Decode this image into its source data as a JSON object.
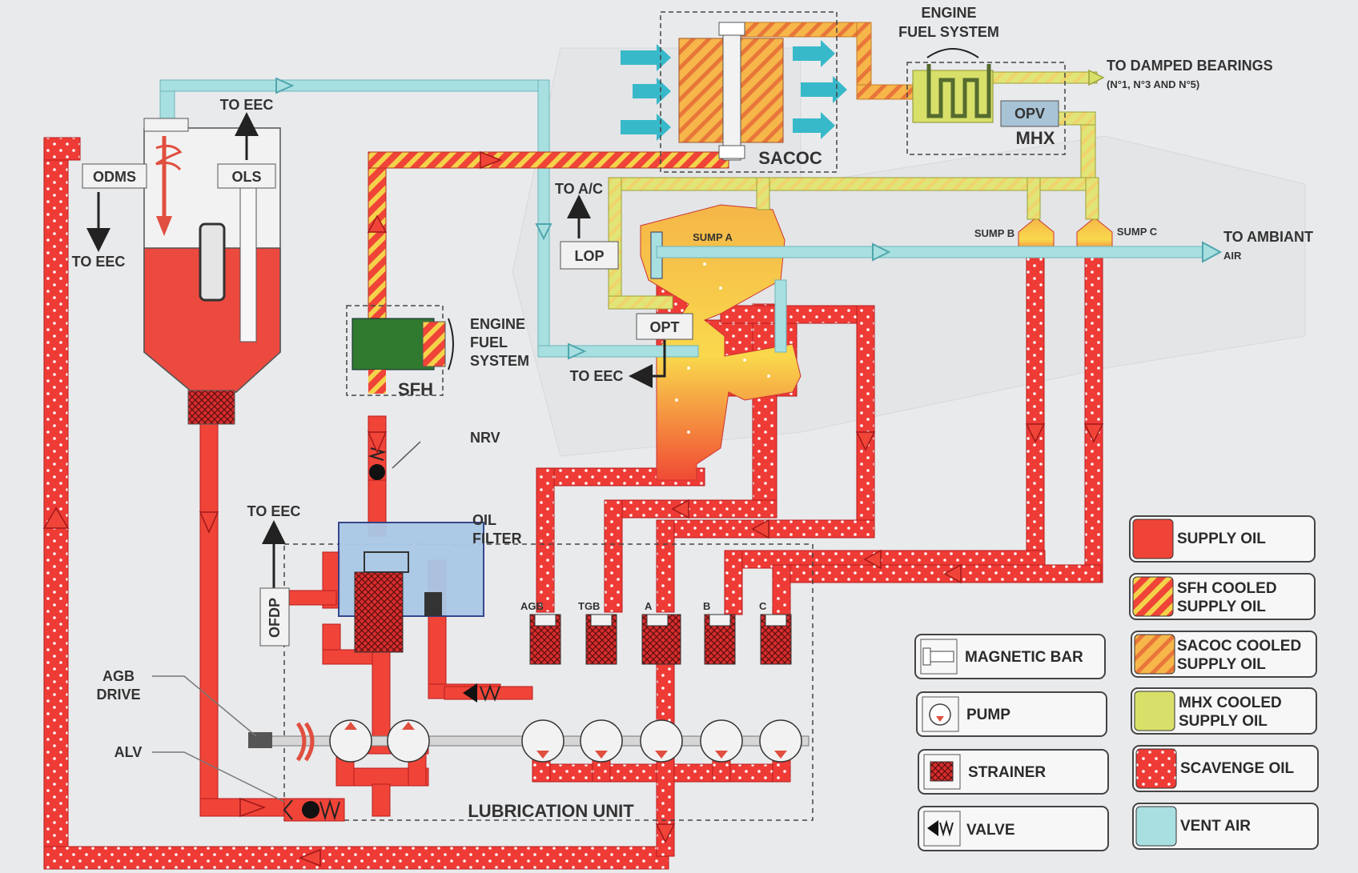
{
  "colors": {
    "supply": "#f04438",
    "scavenge": "#ef3b36",
    "mhx": "#d8e06a",
    "sacoc": "#f4b24a",
    "vent": "#a8dfe0",
    "sfh_green": "#2f7a2f"
  },
  "labels": {
    "engine_fuel_system_top": [
      "ENGINE",
      "FUEL SYSTEM"
    ],
    "to_damped_bearings": [
      "TO DAMPED BEARINGS",
      "(N°1, N°3 AND N°5)"
    ],
    "opv": "OPV",
    "mhx": "MHX",
    "sacoc": "SACOC",
    "to_eec_top": "TO EEC",
    "odms": "ODMS",
    "ols": "OLS",
    "to_eec_left": "TO EEC",
    "to_ac": "TO A/C",
    "lop": "LOP",
    "sump_a": "SUMP A",
    "sump_b": "SUMP B",
    "sump_c": "SUMP C",
    "to_ambiant_air": [
      "TO AMBIANT",
      "AIR"
    ],
    "opt": "OPT",
    "to_eec_opt": "TO EEC",
    "engine_fuel_system_mid": [
      "ENGINE",
      "FUEL",
      "SYSTEM"
    ],
    "sfh": "SFH",
    "nrv": "NRV",
    "to_eec_ofdp": "TO EEC",
    "oil_filter": [
      "OIL",
      "FILTER"
    ],
    "ofdp": "OFDP",
    "agb_drive": [
      "AGB",
      "DRIVE"
    ],
    "alv": "ALV",
    "lubrication_unit": "LUBRICATION UNIT",
    "strainer_tags": [
      "AGB",
      "TGB",
      "A",
      "B",
      "C"
    ]
  },
  "legend": {
    "symbols": [
      {
        "label": "MAGNETIC BAR",
        "icon": "magnetic-bar-icon"
      },
      {
        "label": "PUMP",
        "icon": "pump-icon"
      },
      {
        "label": "STRAINER",
        "icon": "strainer-icon"
      },
      {
        "label": "VALVE",
        "icon": "valve-icon"
      }
    ],
    "oils": [
      {
        "label": [
          "SUPPLY OIL"
        ],
        "swatch": "supply"
      },
      {
        "label": [
          "SFH COOLED",
          "SUPPLY OIL"
        ],
        "swatch": "sfh"
      },
      {
        "label": [
          "SACOC COOLED",
          "SUPPLY OIL"
        ],
        "swatch": "sacoc"
      },
      {
        "label": [
          "MHX COOLED",
          "SUPPLY OIL"
        ],
        "swatch": "mhx"
      },
      {
        "label": [
          "SCAVENGE OIL"
        ],
        "swatch": "scavenge"
      },
      {
        "label": [
          "VENT AIR"
        ],
        "swatch": "vent"
      }
    ]
  }
}
